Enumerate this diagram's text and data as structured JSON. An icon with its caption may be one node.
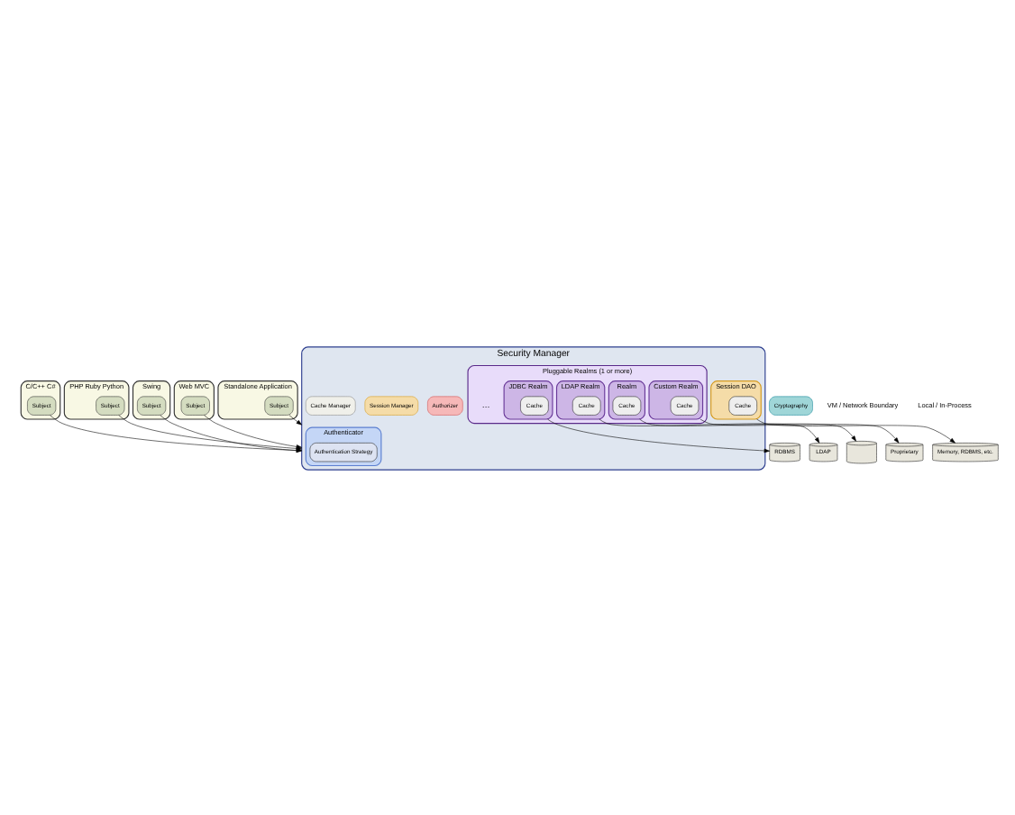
{
  "diagram": {
    "nodes": [
      {
        "text": [
          "C/C++ C#"
        ]
      },
      {
        "text": [
          "Subject"
        ],
        "in": 0
      },
      {
        "text": [
          "PHP Ruby Python"
        ]
      },
      {
        "text": [
          "Subject"
        ],
        "in": 2
      },
      {
        "text": [
          "Swing"
        ]
      },
      {
        "text": [
          "Subject"
        ],
        "in": 4
      },
      {
        "text": [
          "Web MVC"
        ]
      },
      {
        "text": [
          "Subject"
        ],
        "in": 6
      },
      {
        "text": [
          "Standalone Application"
        ]
      },
      {
        "text": [
          "Subject"
        ],
        "in": 8
      },
      {
        "text": [
          "Security Manager"
        ]
      },
      {
        "text": [
          "Authenticator"
        ],
        "in": 10
      },
      {
        "text": [
          "Authentication Strategy"
        ],
        "in": 11
      },
      {
        "text": [
          "Authorizer"
        ],
        "in": 10
      },
      {
        "text": [
          "Session Manager"
        ],
        "in": 10
      },
      {
        "text": [
          "Cache Manager"
        ],
        "in": 10
      },
      {
        "text": [
          "Pluggable Realms (1 or more)"
        ],
        "in": 10
      },
      {
        "text": [
          "JDBC Realm"
        ],
        "in": 16
      },
      {
        "text": [
          "Cache"
        ],
        "in": 17
      },
      {
        "text": [
          "LDAP Realm"
        ],
        "in": 16
      },
      {
        "text": [
          "Cache"
        ],
        "in": 19
      },
      {
        "text": [
          "Realm"
        ],
        "in": 16
      },
      {
        "text": [
          "Cache"
        ],
        "in": 21
      },
      {
        "text": [
          "Custom Realm"
        ],
        "in": 16
      },
      {
        "text": [
          "Cache"
        ],
        "in": 23
      },
      {
        "text": [
          "Session DAO"
        ],
        "in": 10
      },
      {
        "text": [
          "Cache"
        ],
        "in": 25
      },
      {
        "text": [
          "Cryptography"
        ]
      },
      {
        "text": [
          "RDBMS"
        ]
      },
      {
        "text": [
          "LDAP"
        ]
      },
      {
        "text": [],
        "shape": "cylinder"
      },
      {
        "text": [
          "Proprietary"
        ]
      },
      {
        "text": [
          "Memory, RDBMS, etc."
        ]
      }
    ],
    "edges": [
      {
        "from": 1,
        "to": 10,
        "arrow": "to"
      },
      {
        "from": 3,
        "to": 10,
        "arrow": "to"
      },
      {
        "from": 5,
        "to": 10,
        "arrow": "to"
      },
      {
        "from": 7,
        "to": 10,
        "arrow": "to"
      },
      {
        "from": 9,
        "to": 10,
        "arrow": "to"
      },
      {
        "from": 17,
        "to": 28,
        "arrow": "to"
      },
      {
        "from": 19,
        "to": 29,
        "arrow": "to"
      },
      {
        "from": 21,
        "to": 30,
        "arrow": "to"
      },
      {
        "from": 23,
        "to": 31,
        "arrow": "to"
      },
      {
        "from": 25,
        "to": 32,
        "arrow": "to"
      }
    ],
    "labels": [
      "VM / Network Boundary",
      "Local / In-Process",
      "…"
    ]
  }
}
